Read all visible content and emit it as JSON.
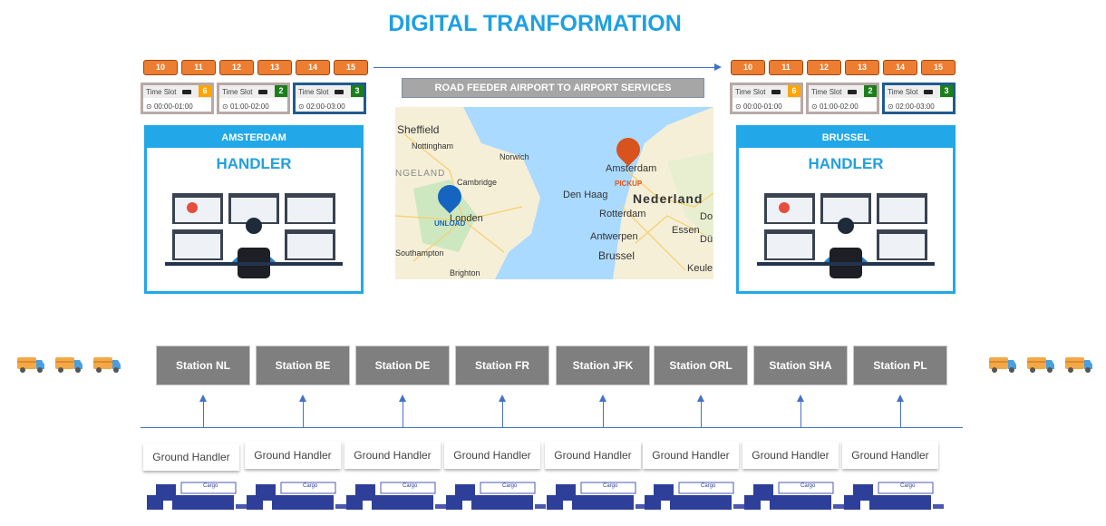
{
  "title": "DIGITAL TRANFORMATION",
  "hours": [
    "10",
    "11",
    "12",
    "13",
    "14",
    "15"
  ],
  "time_slots": [
    {
      "label": "Time Slot",
      "count": "6",
      "color": "#ffa500",
      "time": "00:00-01:00"
    },
    {
      "label": "Time Slot",
      "count": "2",
      "color": "#1a7f1a",
      "time": "01:00-02:00"
    },
    {
      "label": "Time Slot",
      "count": "3",
      "color": "#1a7f1a",
      "time": "02:00-03:00"
    }
  ],
  "map": {
    "header": "ROAD FEEDER AIRPORT TO AIRPORT SERVICES",
    "labels": [
      "Sheffield",
      "Nottingham",
      "Norwich",
      "NGELAND",
      "Cambridge",
      "Londen",
      "Southampton",
      "Brighton",
      "Amsterdam",
      "Den Haag",
      "Nederland",
      "Rotterdam",
      "Antwerpen",
      "Brussel",
      "Essen",
      "Do",
      "Dü",
      "Keule"
    ],
    "pickup": "PICKUP",
    "unload": "UNLOAD"
  },
  "panels": [
    {
      "city": "AMSTERDAM",
      "role": "HANDLER"
    },
    {
      "city": "BRUSSEL",
      "role": "HANDLER"
    }
  ],
  "stations": [
    "Station NL",
    "Station BE",
    "Station DE",
    "Station FR",
    "Station JFK",
    "Station ORL",
    "Station SHA",
    "Station PL"
  ],
  "ground_handler": "Ground Handler",
  "cargo_label": "Cargo"
}
